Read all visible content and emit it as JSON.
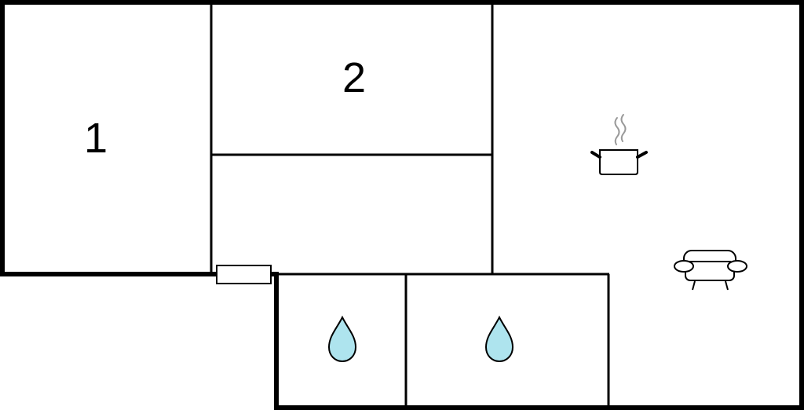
{
  "floorplan": {
    "rooms": [
      {
        "id": "bedroom-1",
        "label": "1"
      },
      {
        "id": "bedroom-2",
        "label": "2"
      }
    ],
    "icons": {
      "kitchen": "cooking-pot-icon",
      "living": "sofa-icon",
      "bathroom_1": "water-drop-icon",
      "bathroom_2": "water-drop-icon",
      "heater": "radiator-icon"
    },
    "colors": {
      "wall": "#000000",
      "background": "#ffffff",
      "water": "#aee4ee",
      "steam": "#999999"
    }
  }
}
